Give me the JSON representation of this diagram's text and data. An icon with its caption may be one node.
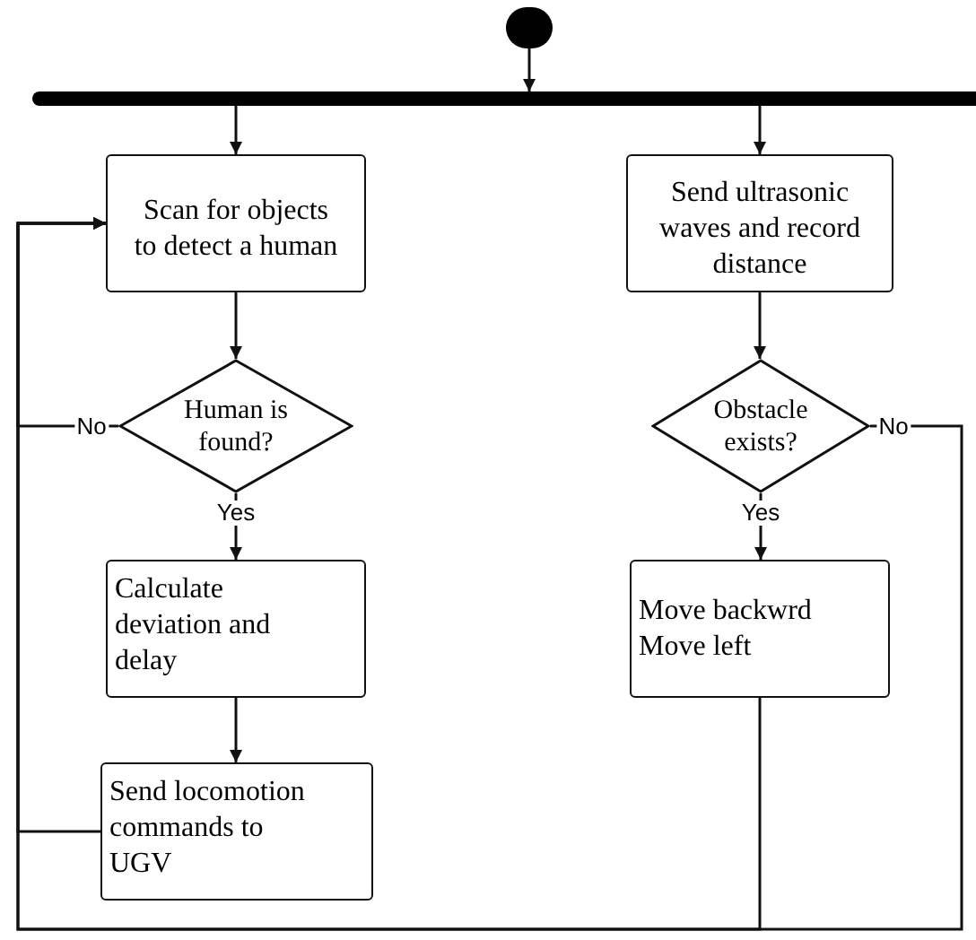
{
  "diagram": {
    "nodes": [
      {
        "text": [],
        "shape": "circle"
      },
      {
        "text": [],
        "shape": "bar"
      },
      {
        "text": [
          "Scan for objects to detect a human"
        ]
      },
      {
        "text": [
          "Human is found?"
        ]
      },
      {
        "text": [
          "Calculate deviation and delay"
        ]
      },
      {
        "text": [
          "Send locomotion commands to UGV"
        ]
      },
      {
        "text": [
          "Send ultrasonic waves and record distance"
        ]
      },
      {
        "text": [
          "Obstacle exists?"
        ]
      },
      {
        "text": [
          "Move backwrd Move left"
        ]
      }
    ],
    "edges": [
      {
        "from": 0,
        "to": 1,
        "arrow": "to"
      },
      {
        "from": 1,
        "to": 2,
        "arrow": "to"
      },
      {
        "from": 1,
        "to": 6,
        "arrow": "to"
      },
      {
        "from": 2,
        "to": 3,
        "arrow": "to"
      },
      {
        "from": 3,
        "to": 4,
        "arrow": "to",
        "label": "Yes"
      },
      {
        "from": 4,
        "to": 5,
        "arrow": "to"
      },
      {
        "from": 3,
        "to": 2,
        "arrow": "to",
        "label": "No"
      },
      {
        "from": 5,
        "to": 2,
        "arrow": "to"
      },
      {
        "from": 6,
        "to": 7,
        "arrow": "to"
      },
      {
        "from": 7,
        "to": 8,
        "arrow": "to",
        "label": "Yes"
      },
      {
        "from": 7,
        "to": 2,
        "arrow": "to",
        "label": "No"
      },
      {
        "from": 8,
        "to": 2,
        "arrow": "to"
      }
    ]
  }
}
